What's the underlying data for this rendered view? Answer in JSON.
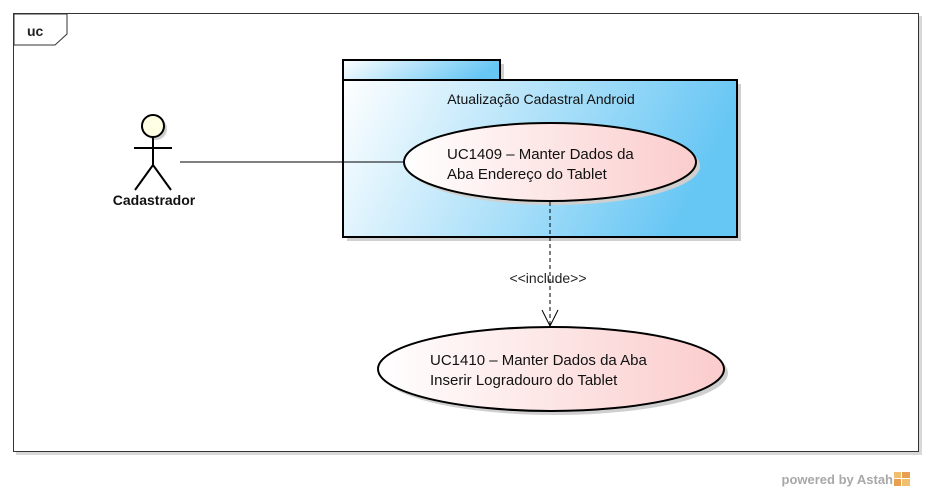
{
  "frame": {
    "tag": "uc"
  },
  "actor": {
    "name": "Cadastrador"
  },
  "package": {
    "name": "Atualização Cadastral Android"
  },
  "use_cases": [
    {
      "id": "uc1409",
      "lines": [
        "UC1409 – Manter Dados da",
        "Aba Endereço do Tablet"
      ]
    },
    {
      "id": "uc1410",
      "lines": [
        "UC1410 – Manter Dados da Aba",
        "Inserir Logradouro do Tablet"
      ]
    }
  ],
  "relationships": [
    {
      "type": "association",
      "from": "actor",
      "to": "uc1409"
    },
    {
      "type": "include",
      "label": "<<include>>",
      "from": "uc1409",
      "to": "uc1410"
    }
  ],
  "footer": {
    "powered_by": "powered by Astah"
  },
  "colors": {
    "package_fill_start": "#ffffff",
    "package_fill_end": "#66c6f4",
    "usecase_fill_start": "#ffffff",
    "usecase_fill_end": "#fbcccc",
    "actor_head": "#ffffe4"
  }
}
